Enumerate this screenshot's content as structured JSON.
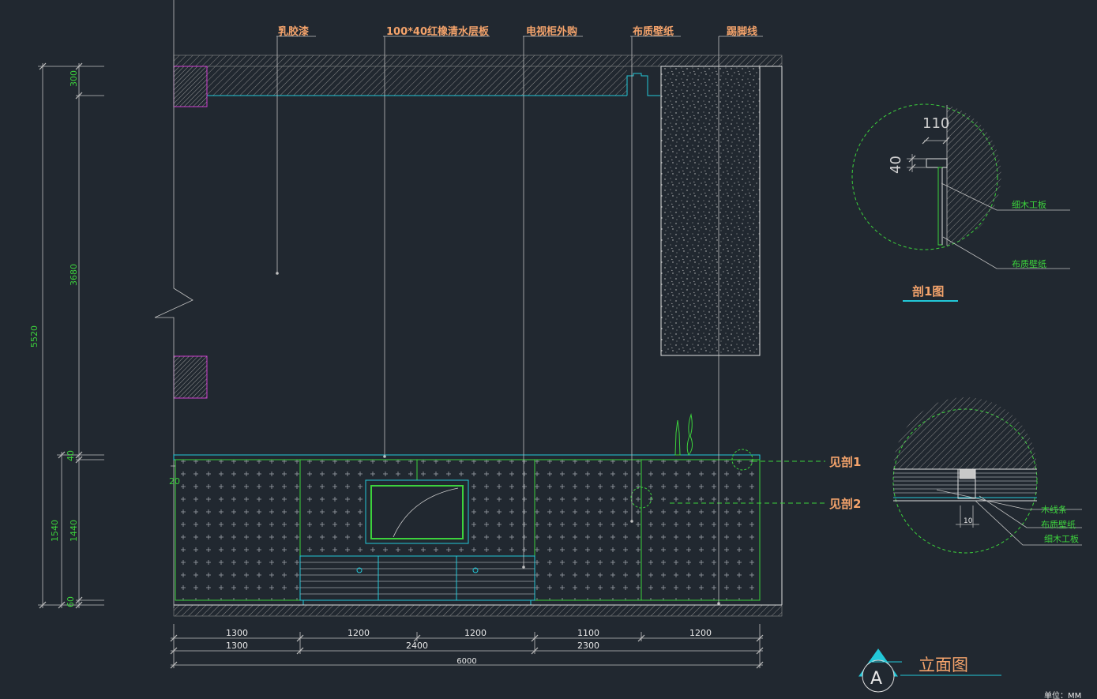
{
  "callouts": {
    "latex_paint": "乳胶漆",
    "shelf": "100*40红橡清水层板",
    "tv_cabinet": "电视柜外购",
    "wallpaper": "布质壁纸",
    "skirting": "踢脚线"
  },
  "section_refs": {
    "ref1": "见剖1",
    "ref2": "见剖2"
  },
  "detail1": {
    "title": "剖1图",
    "dim_width": "110",
    "dim_height": "40",
    "label_board": "细木工板",
    "label_wallpaper": "布质壁纸"
  },
  "detail2": {
    "dim": "10",
    "label_strip": "木线条",
    "label_wallpaper": "布质壁纸",
    "label_board": "细木工板"
  },
  "vertical_dims": {
    "d300": "300",
    "d3680": "3680",
    "d5520": "5520",
    "d40": "40",
    "d1540": "1540",
    "d1440": "1440",
    "d60": "60",
    "d20": "20"
  },
  "horizontal_dims": {
    "row1": [
      "1300",
      "1200",
      "1200",
      "1100",
      "1200"
    ],
    "row2": [
      "1300",
      "2400",
      "2300"
    ],
    "total": "6000"
  },
  "title_block": {
    "symbol": "A",
    "title": "立面图",
    "unit": "单位：MM"
  }
}
